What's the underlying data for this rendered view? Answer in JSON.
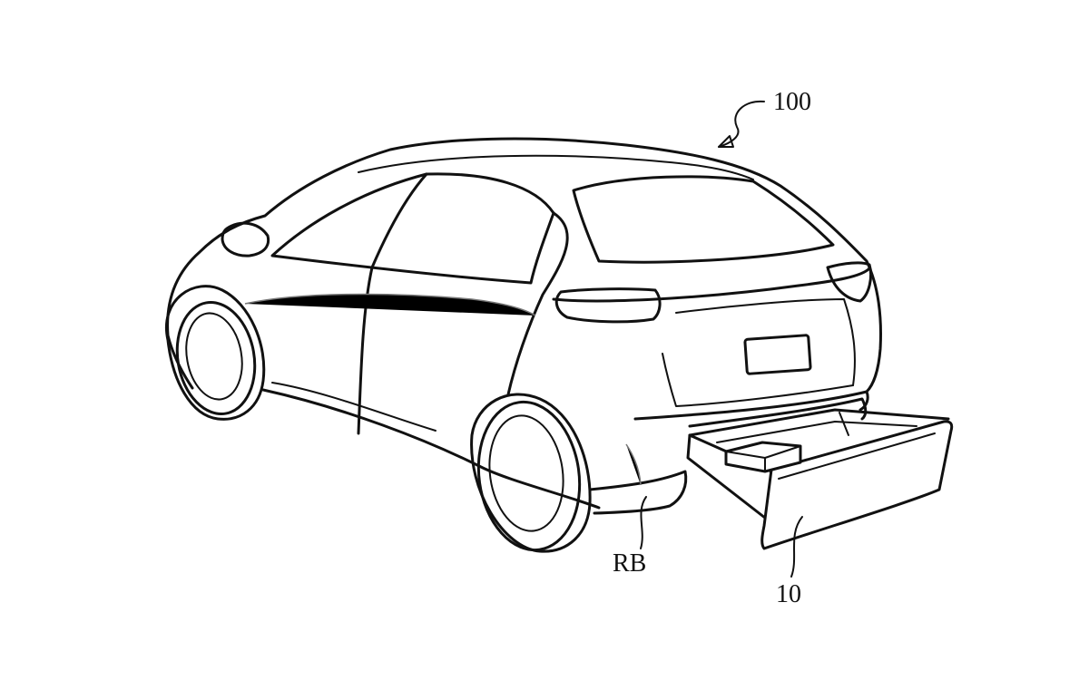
{
  "figure": {
    "labels": {
      "vehicle": "100",
      "rear_bumper": "RB",
      "storage_drawer": "10"
    }
  },
  "colors": {
    "line": "#111111",
    "background": "#ffffff"
  }
}
